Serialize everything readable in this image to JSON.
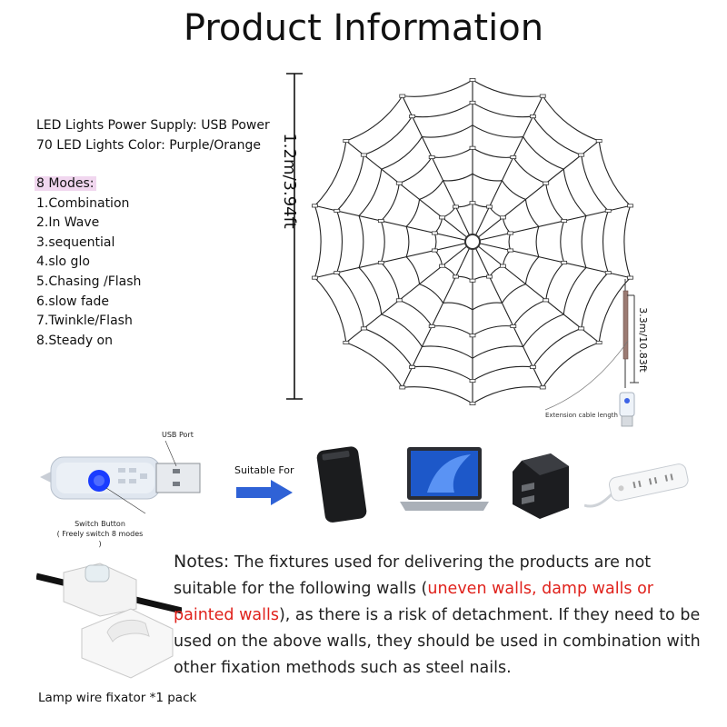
{
  "title": "Product Information",
  "specs": [
    "LED Lights Power Supply: USB Power",
    "70 LED Lights Color: Purple/Orange"
  ],
  "modes": {
    "title": "8 Modes:",
    "items": [
      "1.Combination",
      "2.In Wave",
      "3.sequential",
      "4.slo glo",
      "5.Chasing /Flash",
      "6.slow fade",
      "7.Twinkle/Flash",
      "8.Steady on"
    ]
  },
  "dimensions": {
    "web_size": "1.2m/3.94ft",
    "cable_length": "3.3m/10.83ft",
    "cable_label": "Extension cable length"
  },
  "usb": {
    "port_label": "USB Port",
    "switch_label_1": "Switch Button",
    "switch_label_2": "( Freely switch 8 modes )"
  },
  "suitable_for": "Suitable For",
  "devices": [
    "power-bank",
    "laptop",
    "usb-charger",
    "power-strip"
  ],
  "notes": {
    "lead": "Notes:",
    "text1": " The fixtures used for delivering the products are not suitable for the following walls (",
    "highlight": "uneven walls, damp walls or painted walls",
    "text2": "), as there is a risk of detachment. If they need to be used on the above walls, they should be used in combination with other fixation methods such as steel nails."
  },
  "fixator_label": "Lamp wire fixator *1 pack",
  "colors": {
    "accent_red": "#e0221c",
    "arrow_blue": "#2f62d6",
    "modes_highlight": "#f1d7ef",
    "led_blue": "#1a3cff"
  }
}
